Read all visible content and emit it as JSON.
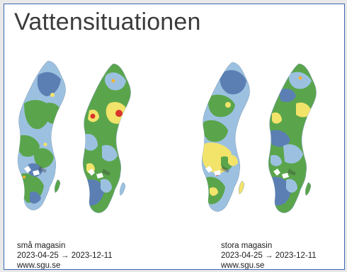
{
  "slide": {
    "title": "Vattensituationen"
  },
  "groups": [
    {
      "label": "små magasin",
      "date_from": "2023-04-25",
      "arrow": "→",
      "date_to": "2023-12-11",
      "source": "www.sgu.se"
    },
    {
      "label": "stora magasin",
      "date_from": "2023-04-25",
      "arrow": "→",
      "date_to": "2023-12-11",
      "source": "www.sgu.se"
    }
  ],
  "legend_colors": {
    "very_low": "#d9342b",
    "low": "#f2e36a",
    "below_normal": "#f3b233",
    "normal": "#5aa54b",
    "above_normal": "#9cc1e0",
    "high": "#5b7fb3",
    "very_high": "#3b5f9a",
    "lakes": "#ffffff"
  }
}
